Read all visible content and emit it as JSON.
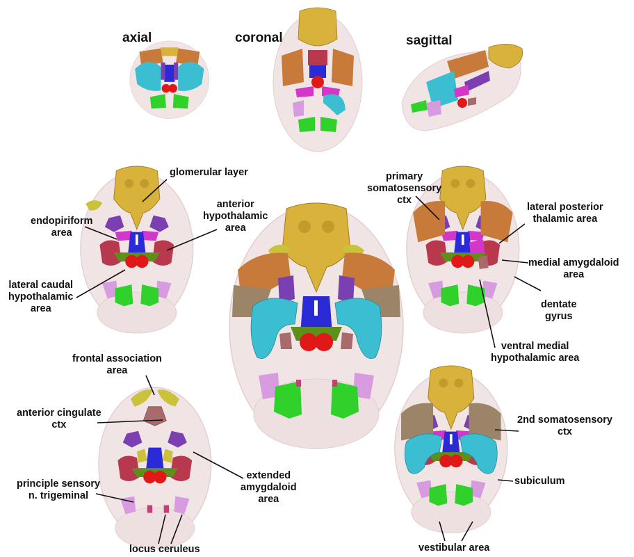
{
  "view_titles": {
    "axial": "axial",
    "coronal": "coronal",
    "sagittal": "sagittal"
  },
  "labels": {
    "glomerular_layer": "glomerular layer",
    "anterior_hypothalamic_area": "anterior\nhypothalamic\narea",
    "endopiriform_area": "endopiriform\narea",
    "lateral_caudal_hypothalamic_area": "lateral caudal\nhypothalamic\narea",
    "primary_somatosensory_ctx": "primary\nsomatosensory\nctx",
    "lateral_posterior_thalamic_area": "lateral posterior\nthalamic area",
    "medial_amygdaloid_area": "medial amygdaloid\narea",
    "dentate_gyrus": "dentate\ngyrus",
    "ventral_medial_hypothalamic_area": "ventral medial\nhypothalamic area",
    "frontal_association_area": "frontal association\narea",
    "anterior_cingulate_ctx": "anterior cingulate\nctx",
    "principle_sensory_n_trigeminal": "principle sensory\nn. trigeminal",
    "extended_amygdaloid_area": "extended\namygdaloid\narea",
    "locus_ceruleus": "locus ceruleus",
    "second_somatosensory_ctx": "2nd somatosensory\nctx",
    "subiculum": "subiculum",
    "vestibular_area": "vestibular area"
  },
  "region_colors": {
    "olfactory_bulb": "#d9b23c",
    "frontal_association": "#c9c23a",
    "somatosensory": "#c87a3a",
    "second_somatosensory": "#9c8468",
    "endopiriform": "#7a3fb0",
    "anterior_hypothalamic": "#d336c9",
    "lateral_caudal_hypothalamic": "#b8384e",
    "ventral_medial_hypothalamic": "#2a2ad6",
    "red_nucleus": "#e01818",
    "amygdaloid": "#5e8f1a",
    "subiculum": "#3bbed2",
    "vestibular": "#2fd12a",
    "principle_sensory": "#d79be0",
    "locus_ceruleus": "#c0407a",
    "anterior_cingulate": "#a86a6a",
    "brain_outline": "#efe2e2"
  }
}
